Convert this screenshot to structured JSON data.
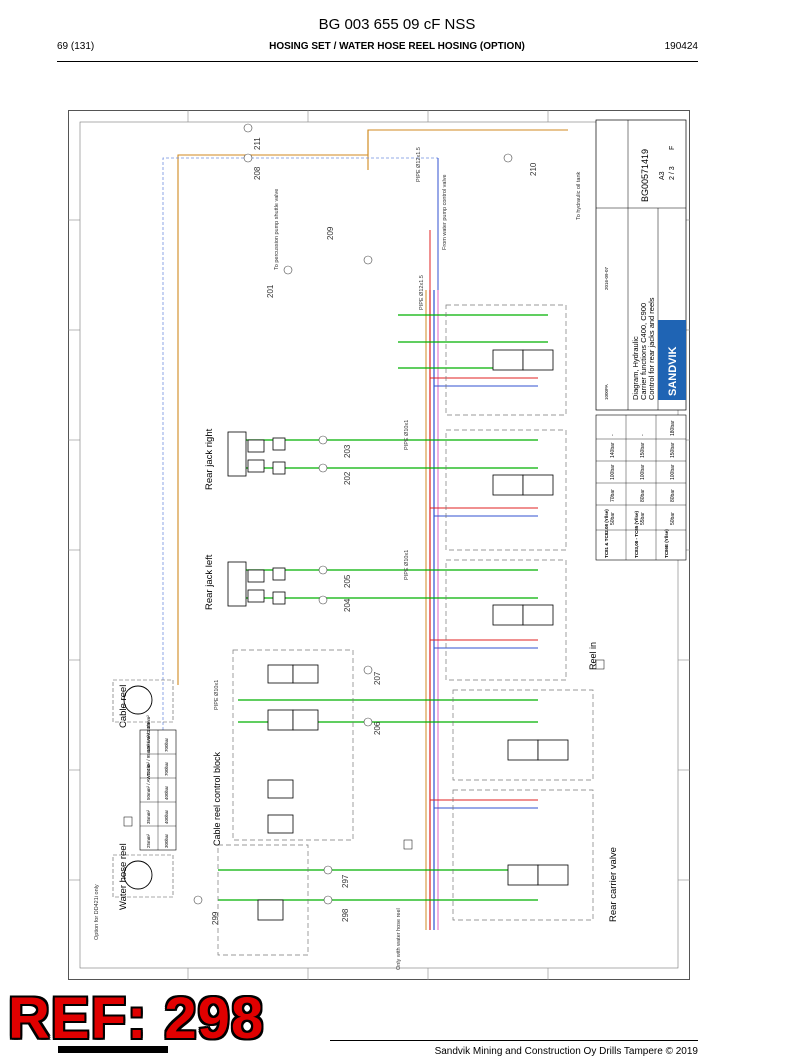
{
  "header": {
    "title": "BG 003 655 09 cF NSS",
    "page": "69 (131)",
    "section": "HOSING SET / WATER HOSE REEL HOSING (OPTION)",
    "date": "190424"
  },
  "diagram": {
    "labels": {
      "rear_jack_right": "Rear jack right",
      "rear_jack_left": "Rear jack left",
      "cable_reel": "Cable reel",
      "cable_reel_control_block": "Cable reel control block",
      "water_hose_reel": "Water hose reel",
      "rear_carrier_valve": "Rear carrier valve",
      "reel_in": "Reel in",
      "cable_o": "Cable Ø",
      "pipe_12": "PIPE Ø12x1.5",
      "pipe_10": "PIPE Ø10x1",
      "to_hydraulic_oil_tank": "To hydraulic oil tank",
      "from_water_pump": "From water pump control valve",
      "to_percussion_pump": "To percussion pump shuttle valve",
      "only_with_water_hose_reel": "Only with water hose reel",
      "option": "Option for DD421i only"
    },
    "refs": [
      "211",
      "208",
      "201",
      "209",
      "210",
      "203",
      "202",
      "205",
      "204",
      "297",
      "298",
      "207",
      "206",
      "299",
      "207"
    ],
    "cable_table": {
      "rows": [
        [
          "25mm²",
          "300bar"
        ],
        [
          "35mm²",
          "400bar"
        ],
        [
          "50mm² / AWG 1/0",
          "400bar"
        ],
        [
          "70mm² / 95mm² / AWG 3/0",
          "700bar"
        ],
        [
          "120mm² / 240mm²",
          "700bar"
        ]
      ]
    },
    "pressure_table": {
      "headers": [
        "TC81 & TC82.08 (Yllse)",
        "TC83,08 - TC85 (Yllse)",
        "TC86E (Yllse)"
      ],
      "rows": [
        [
          "50bar",
          "55bar",
          "50bar"
        ],
        [
          "70bar",
          "80bar",
          "80bar"
        ],
        [
          "100bar",
          "100bar",
          "100bar"
        ],
        [
          "140bar",
          "150bar",
          "150bar"
        ],
        [
          "-",
          "-",
          "180bar"
        ]
      ]
    },
    "title_block": {
      "description_1": "Diagram, Hydraulic",
      "description_2": "Carrier functions C400, C900",
      "description_3": "Control for rear jacks and reels",
      "company": "SANDVIK",
      "drawing_number": "BG00571419",
      "revision": "F",
      "sheet": "2 / 3",
      "size": "A3",
      "date_of_issue": "2016-09-07",
      "created_by": "1000PA"
    }
  },
  "stamp": {
    "ref": "REF: 298"
  },
  "footer": {
    "copyright": "Sandvik Mining and Construction Oy Drills Tampere © 2019"
  },
  "colors": {
    "ref_red": "#e00000",
    "line_green": "#00b000",
    "line_red": "#e02020",
    "line_blue": "#3050d0",
    "line_orange": "#d08a20",
    "line_pink": "#e060c0",
    "sandvik_blue": "#1f64b4"
  }
}
